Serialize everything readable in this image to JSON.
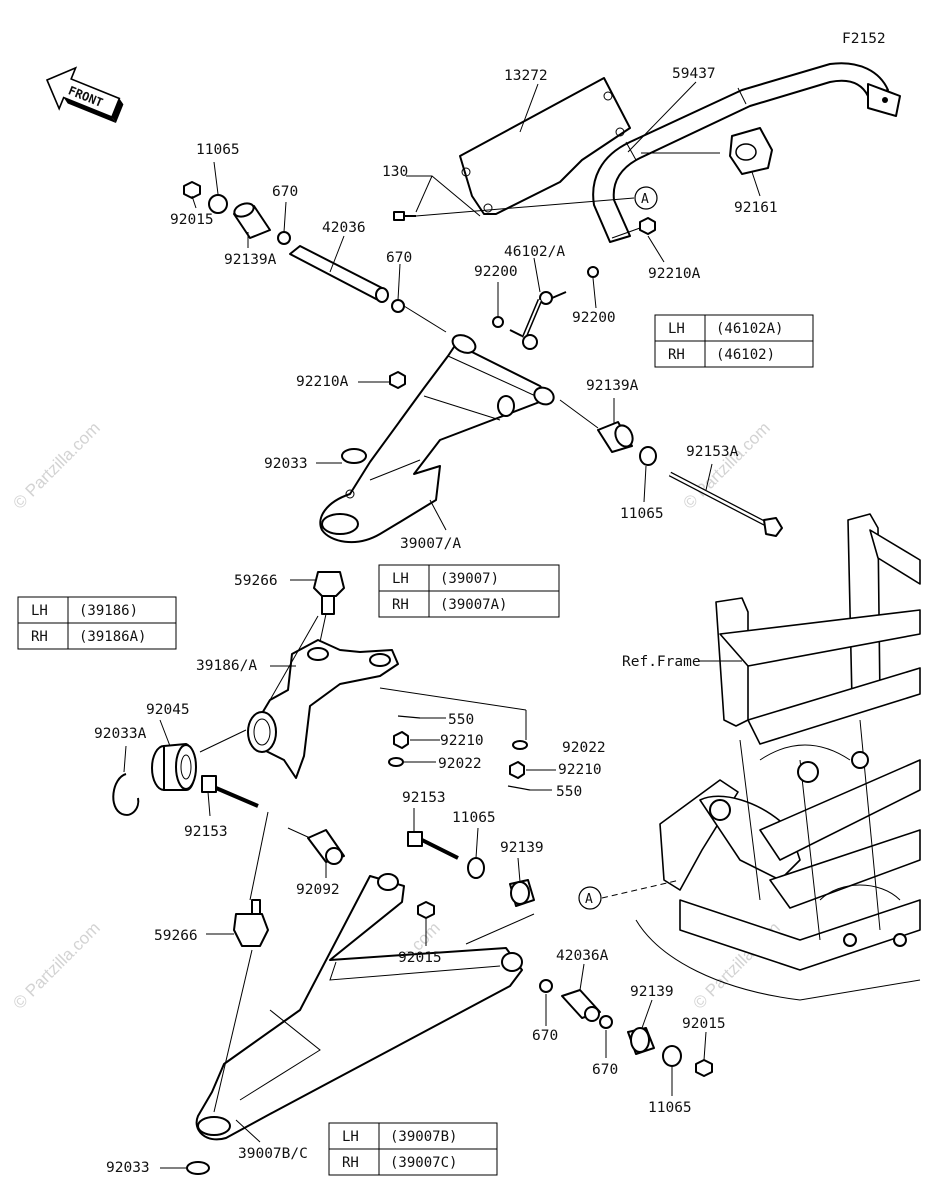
{
  "diagram_code": "F2152",
  "front_label": "FRONT",
  "ref_frame_label": "Ref.Frame",
  "callout_a": "A",
  "watermark": "© Partzilla.com",
  "parts": {
    "p13272": "13272",
    "p59437": "59437",
    "p92161": "92161",
    "p130": "130",
    "p11065_top": "11065",
    "p670_top": "670",
    "p42036": "42036",
    "p670_mid": "670",
    "p92015_top": "92015",
    "p92139A_top": "92139A",
    "p92200_left": "92200",
    "p46102A": "46102/A",
    "p92200_right": "92200",
    "p92210A_top": "92210A",
    "p92210A_mid": "92210A",
    "p92139A_right": "92139A",
    "p92153A": "92153A",
    "p92033_top": "92033",
    "p11065_right": "11065",
    "p39007A": "39007/A",
    "p59266_top": "59266",
    "p39186A": "39186/A",
    "p92045": "92045",
    "p92033A": "92033A",
    "p550_top": "550",
    "p92210_a": "92210",
    "p92022_a": "92022",
    "p92022_b": "92022",
    "p92210_b": "92210",
    "p550_bottom": "550",
    "p92153_left": "92153",
    "p92153_mid": "92153",
    "p11065_mid": "11065",
    "p92139_mid": "92139",
    "p92092": "92092",
    "p59266_bottom": "59266",
    "p92015_mid": "92015",
    "p42036A": "42036A",
    "p92139_bottom": "92139",
    "p92015_bottom": "92015",
    "p670_lower_left": "670",
    "p670_lower_right": "670",
    "p11065_bottom": "11065",
    "p39007BC": "39007B/C",
    "p92033_bottom": "92033"
  },
  "tables": {
    "stabilizer_link": [
      {
        "side": "LH",
        "part": "(46102A)"
      },
      {
        "side": "RH",
        "part": "(46102)"
      }
    ],
    "upper_arm": [
      {
        "side": "LH",
        "part": "(39007)"
      },
      {
        "side": "RH",
        "part": "(39007A)"
      }
    ],
    "knuckle": [
      {
        "side": "LH",
        "part": "(39186)"
      },
      {
        "side": "RH",
        "part": "(39186A)"
      }
    ],
    "lower_arm": [
      {
        "side": "LH",
        "part": "(39007B)"
      },
      {
        "side": "RH",
        "part": "(39007C)"
      }
    ]
  }
}
